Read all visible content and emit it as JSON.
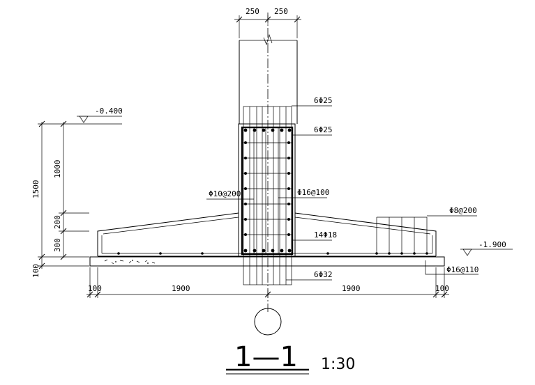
{
  "top_dims": {
    "left": "250",
    "right": "250"
  },
  "elevations": {
    "top": "-0.400",
    "bottom": "-1.900"
  },
  "left_dims": {
    "total": "1500",
    "upper": "1000",
    "mid": "200",
    "lower": "300",
    "pad": "100"
  },
  "bottom_dims": {
    "edge_left": "100",
    "left": "1900",
    "right": "1900",
    "edge_right": "100"
  },
  "rebar": {
    "col_top_outer": "6Φ25",
    "col_top_inner": "6Φ25",
    "stirrup_left": "Φ10@200",
    "stirrup_right": "Φ16@100",
    "col_side": "14Φ18",
    "dowels": "6Φ32",
    "slab_top": "Φ8@200",
    "slab_bottom": "Φ16@110"
  },
  "section": {
    "label": "1—1",
    "scale": "1:30"
  }
}
